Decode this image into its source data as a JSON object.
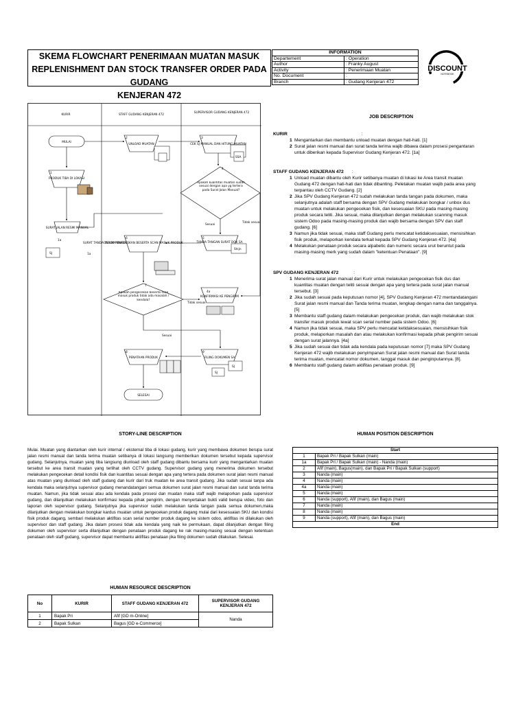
{
  "title": {
    "line1": "SKEMA FLOWCHART PENERIMAAN MUATAN MASUK",
    "line2": "REPLENISHMENT DAN STOCK TRANSFER ORDER PADA GUDANG",
    "line3": "KENJERAN 472"
  },
  "info": {
    "header": "INFORMATION",
    "rows": [
      {
        "key": "Departement",
        "value": ": Operation"
      },
      {
        "key": "Author",
        "value": ": Franky August"
      },
      {
        "key": "Activity",
        "value": ": Penerimaan Muatan"
      },
      {
        "key": "No. Document",
        "value": ":"
      },
      {
        "key": "Branch",
        "value": ": Gudang Kenjeran 472"
      }
    ]
  },
  "logo": {
    "text": "DISCOUNT",
    "sub": "NOTEBOOK"
  },
  "flowchart": {
    "lanes": [
      "KURIR",
      "STAFF GUDANG KENJERAN 472",
      "SUPERVISOR GUDANG KENJERAN 472"
    ],
    "mulai": "MULAI",
    "selesai": "SELESAI",
    "s1": "PRODUK TIBA DI LOKASI",
    "s1_num": "1",
    "s1a": "SURAT JALAN RESMI MANUAL",
    "s1a_num": "1a",
    "s1a_doc": "SURAT TANDA TERIMA MUATAN",
    "s1a_doc_num": "1a",
    "s2": "UNLOAD MUATAN",
    "s2_num": "2",
    "s3": "CEK SJ MANUAL DAN HITUNG MUATAN",
    "s3_num": "3",
    "q1": "Apakah kuantitas muatan sudah sesuai dengan apa yg tertera pada Surat Jalan Manual?",
    "q1_num": "4",
    "sesuai": "Sesuai",
    "tidak_sesuai": "Tidak sesuai",
    "s6": "UNBOX PENGECEKAN BESERTA SCAN MASUK PRODUK",
    "s6_num": "6",
    "s5": "TANDA TANGAN SURAT DOK SA",
    "s5_num": "5",
    "s5_doc": "Stsjn",
    "q2": "Apakah pengecekan beserta scan masuk produk tidak ada masalah / kendala?",
    "q2_num": "7",
    "s4a": "KONFIRMASI KE PENGIRIM",
    "s4a_num": "4a",
    "s8": "PENATAAN PRODUK",
    "s8_num": "8",
    "s9": "FILING DOKUMEN SA",
    "s9_num": "9",
    "doc_labels": [
      "SJ",
      "SSA",
      "SJ",
      "SJ"
    ]
  },
  "job_description": {
    "title": "JOB DESCRIPTION",
    "kurir_title": "KURIR",
    "kurir_colon": ":",
    "kurir": [
      {
        "n": "1",
        "t": "Mengantarkan dan membantu unload muatan dengan hati-hati. [1]"
      },
      {
        "n": "2",
        "t": "Surat jalan resmi manual dan surat tanda terima wajib dibawa dalam prosesi pengantaran untuk diberikan kepada Supervisor Gudang Kenjeran 472.  [1a]"
      }
    ],
    "staff_title": "STAFF GUDANG KENJERAN 472",
    "staff_colon": ":",
    "staff": [
      {
        "n": "1",
        "t": "Unload muatan  dibantu oleh Kurir  setibanya muatan di lokasi ke Area transit muatan Gudang 472 dengan hati-hati dan tidak dibanting. Peletakan muatan wajib pada area yang terpantau oleh CCTV Gudang. [2]"
      },
      {
        "n": "2",
        "t": "Jika SPV Gudang Kenjeran 472 sudah melakukan tanda tangan pada dokumen, maka selanjutnya adalah staff  bersama dengan SPV  Gudang melakukan bongkar / unbox dus muatan untuk melakukan pengecekan fisik, dan kesesuaian SKU pada masing-masing produk secara teliti. Jika sesuai, maka dilanjutkan dengan melakukan scanning masuk sistem Odoo pada masing-masing produk dan wajib bersama dengan SPV  dan staff  gudang. [6]"
      },
      {
        "n": "3",
        "t": "Namun jika tidak sesuai, maka staff Gudang perlu mencatat ketidaksesuaian, mensisihkan fisik produk, melaporkan kendala terkait kepada SPV Gudang Kenjeran 472.  [4a]"
      },
      {
        "n": "4",
        "t": "Melakukan penataan produk secara alpabetic dan numeric secara urut beruntut pada masing-masing merk yang sudah dalam \"ketentuan Penataan\".  [9]"
      }
    ],
    "spv_title": "SPV GUDANG KENJERAN 472",
    "spv_colon": ":",
    "spv": [
      {
        "n": "1",
        "t": "Menerima surat jalan manual dari Kurir untuk melakukan pengecekan fisik dus dan kuantitas muatan dengan teliti sesuai dengan apa yang tertera pada surat jalan manual tersebut.  [3]"
      },
      {
        "n": "2",
        "t": "Jika sudah sesuai pada keputusan nomor [4], SPV Gudang Kenjeran 472 mentandatangani Surat jalan resmi manual dan Tanda terima muatan, lengkap dengan nama dan tanggalnya.  [5]"
      },
      {
        "n": "3",
        "t": "Membantu staff gudang dalam melakukan pengecekan produk, dan wajib melakukan stok transfer masuk produk lewat scan serial number pada sistem Odoo. [6]"
      },
      {
        "n": "4",
        "t": "Namun jika tidak sesuai, maka SPV perlu mencatat ketidaksesuaian, mensisihkan fisik produk, melaporkan masalah dan atau melakukan konfirmasi kepada pihak pengirim sesuai dengan surat jalannya.  [4a]"
      },
      {
        "n": "5",
        "t": "Jika sudah sesuai dan tidak ada kendala pada keputusan nomor [7] maka SPV Gudang Kenjeran 472 wajib melakukan penyimpanan Surat jalan resmi manual dan Surat tanda terima muatan, mencatat nomor dokumen, tanggal masuk dan penginputannya.  [8]."
      },
      {
        "n": "6",
        "t": "Membantu staff gudang dalam aktifitas penataan produk. [9]"
      }
    ]
  },
  "storyline": {
    "title": "STORY-LINE DESCRIPTION",
    "text": "Mulai. Muatan yang diantarkan oleh kurir internal / eksternal tiba di lokasi gudang, kurir yang membawa dokumen berupa surat jalan resmi manual dan tanda terima muatan setibanya di lokasi langsung memberikan dokumen tersebut kepada supervisor gudang. Selanjutnya, muatan yang tiba langsung diunload oleh staff gudang dibantu bersama kurir yang mengantarkan muatan tersebut ke area transit muatan yang terlihat oleh CCTV gudang. Supervisor gudang yang menerima dokumen tersebut melakukan pengecekan detail kondisi fisik dan kuantitas sesuai dengan apa yang tertera pada dokumen surat jalan resmi manual atas muatan yang diunload oleh staff gudang dan kurir dari truk muatan ke area transit gudang. Jika sudah sesuai tanpa ada kendala maka selanjutnya supervisor gudang menandatangani semua dokumen surat jalan resmi manual dan surat tanda terima muatan. Namun, jika tidak sesuai atau ada kendala pada prosesi dan muatan maka  staff  wajib melaporkan pada supervisor gudang, dan dilanjutkan melakukan konfirmasi kepada pihak pengirim, dengan menyertakan bukti valid berupa video, foto dan laporan oleh supervisor gudang. Selanjutnya jika supervisor sudah melakukan tanda tangan pada semua dokumen,maka dilanjutkan dengan melakukan bongkar kardus muatan untuk pengecekan produk dagang mulai dari kesesuaian SKU dan kondisi fisik produk dagang, sembari melakukan aktifitas scan serial number produk dagang ke sistem odoo, aktifitas ini dilakukan oleh supervisor dan staff gudang. Jika dalam prosesi tidak ada kendala yang naik ke permukaan, dapat dilanjutkan dengan filing dokumen oleh supervisor serta dilanjutkan dengan penataan produk dagang ke rak masing-masing sesuai dengan ketentuan penataan oleh staff gudang, supervisor dapat membantu aktifitas penataan jika filing dokumen sudah dilakukan. Selesai."
  },
  "human_position": {
    "title": "HUMAN POSITION DESCRIPTION",
    "start": "Start",
    "end": "End",
    "rows": [
      {
        "k": "1",
        "v": "Bapak Pri / Bapak Sulkan (main)"
      },
      {
        "k": "1a",
        "v": "Bapak Pri / Bapak Sulkan (main) - Nanda (main)"
      },
      {
        "k": "2",
        "v": " Afif (main), Bagus(main), dan Bapak Pri / Bapak Sulkan (support)"
      },
      {
        "k": "3",
        "v": "Nanda (main)"
      },
      {
        "k": "4",
        "v": "Nanda (main)"
      },
      {
        "k": "4a",
        "v": "Nanda (main)"
      },
      {
        "k": "5",
        "v": "Nanda (main)"
      },
      {
        "k": "6",
        "v": "Nanda (support), Afif (main), dan Bagus (main)"
      },
      {
        "k": "7",
        "v": "Nanda (main)"
      },
      {
        "k": "8",
        "v": "Nanda (main)"
      },
      {
        "k": "9",
        "v": "Nanda (support), Afif (main), dan Bagus (main)"
      }
    ]
  },
  "human_resource": {
    "title": "HUMAN RESOURCE DESCRIPTION",
    "headers": [
      "No",
      "KURIR",
      "STAFF GUDANG KENJERAN 472",
      "SUPERVISOR GUDANG KENJERAN 472"
    ],
    "rows": [
      {
        "no": "1",
        "kurir": "Bapak Pri",
        "staff": "Afif [GD m-Online]"
      },
      {
        "no": "2",
        "kurir": "Bapak Sulkan",
        "staff": "Bagus [GD e-Commerce]"
      }
    ],
    "spv": "Nanda"
  }
}
